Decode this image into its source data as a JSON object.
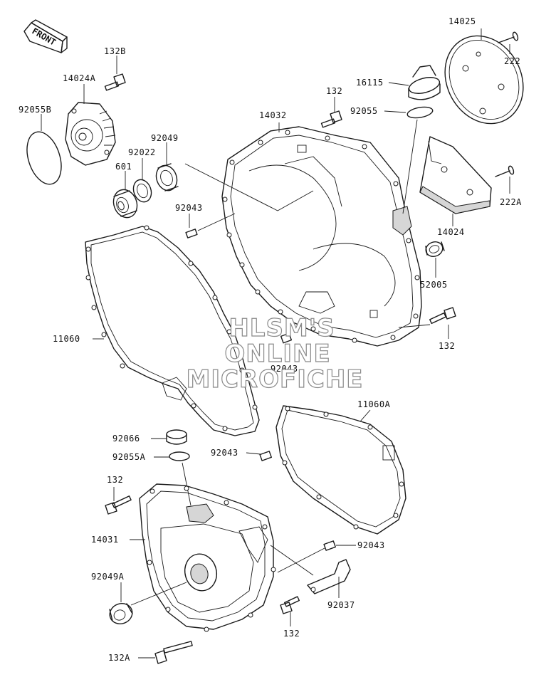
{
  "front_label": "FRONT",
  "labels": {
    "l132B": "132B",
    "l14024A": "14024A",
    "l92055B": "92055B",
    "l601": "601",
    "l92022": "92022",
    "l92049": "92049",
    "l92043a": "92043",
    "l14032": "14032",
    "l132a": "132",
    "l16115": "16115",
    "l92055": "92055",
    "l14025": "14025",
    "l222": "222",
    "l222A": "222A",
    "l14024": "14024",
    "l52005": "52005",
    "l132b": "132",
    "l11060": "11060",
    "l92043b": "92043",
    "l11060A": "11060A",
    "l92066": "92066",
    "l92055A": "92055A",
    "l92043c": "92043",
    "l132c": "132",
    "l14031": "14031",
    "l92043d": "92043",
    "l92049A": "92049A",
    "l92037": "92037",
    "l132d": "132",
    "l132A": "132A"
  },
  "watermark": {
    "line1": "HLSM'S",
    "line2": "ONLINE",
    "line3": "MICROFICHE"
  }
}
